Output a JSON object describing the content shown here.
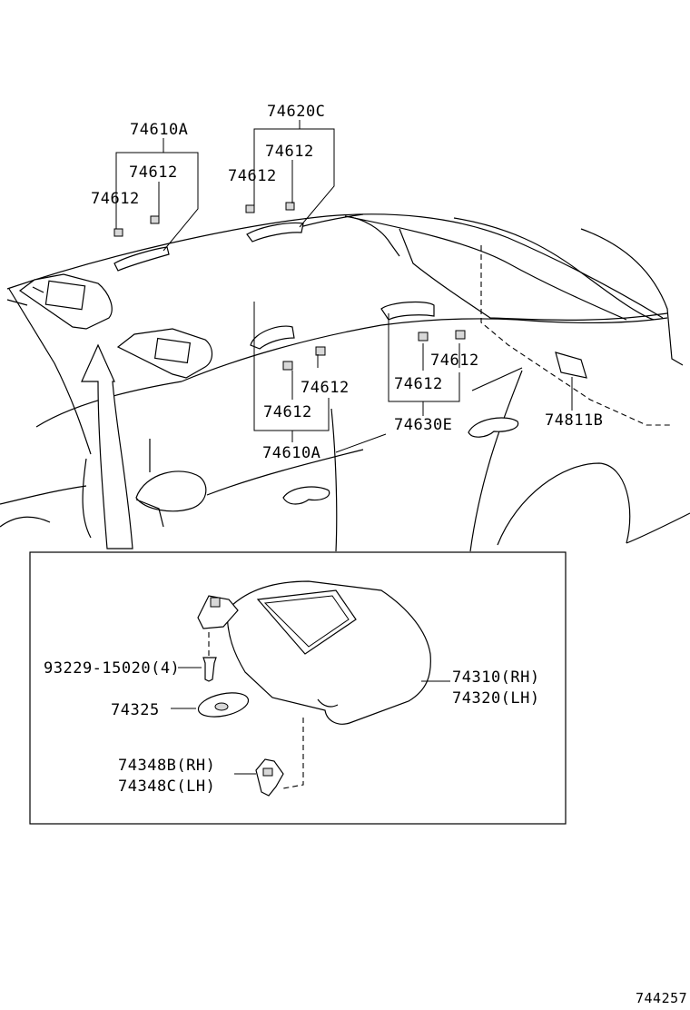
{
  "labels": {
    "l_74620C": "74620C",
    "l_74610A_top": "74610A",
    "l_74612_a": "74612",
    "l_74612_b": "74612",
    "l_74612_c": "74612",
    "l_74612_d": "74612",
    "l_74612_e": "74612",
    "l_74612_f": "74612",
    "l_74612_g": "74612",
    "l_74612_h": "74612",
    "l_74610A_bot": "74610A",
    "l_74630E": "74630E",
    "l_74811B": "74811B",
    "l_screw": "93229-15020(4)",
    "l_74325": "74325",
    "l_74310": "74310(RH)",
    "l_74320": "74320(LH)",
    "l_74348B": "74348B(RH)",
    "l_74348C": "74348C(LH)",
    "l_code": "744257"
  }
}
